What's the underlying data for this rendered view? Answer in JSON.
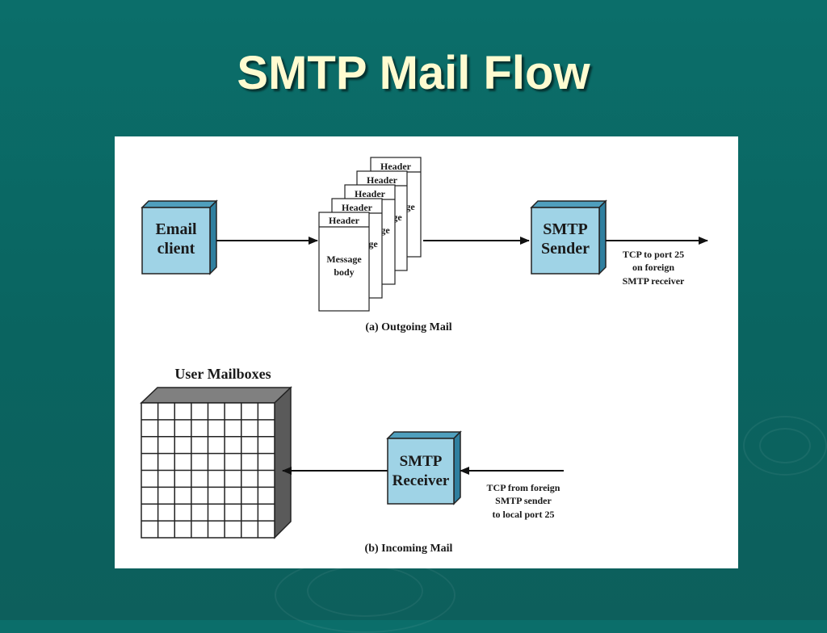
{
  "title": "SMTP Mail Flow",
  "diagram": {
    "outgoing": {
      "email_client_line1": "Email",
      "email_client_line2": "client",
      "message_header": "Header",
      "partial_header_text": "ge",
      "message_body_line1": "Message",
      "message_body_line2": "body",
      "smtp_sender_line1": "SMTP",
      "smtp_sender_line2": "Sender",
      "tcp_note": [
        "TCP to port 25",
        "on foreign",
        "SMTP receiver"
      ],
      "caption": "(a) Outgoing Mail"
    },
    "incoming": {
      "mailboxes_label": "User Mailboxes",
      "smtp_receiver_line1": "SMTP",
      "smtp_receiver_line2": "Receiver",
      "tcp_note": [
        "TCP from foreign",
        "SMTP sender",
        "to local port 25"
      ],
      "caption": "(b) Incoming Mail"
    }
  },
  "colors": {
    "box_fill": "#9fd3e6",
    "box_side": "#3a8aa8",
    "mailbox_top": "#808080",
    "mailbox_side": "#5a5a5a",
    "title_color": "#fffbd0"
  }
}
